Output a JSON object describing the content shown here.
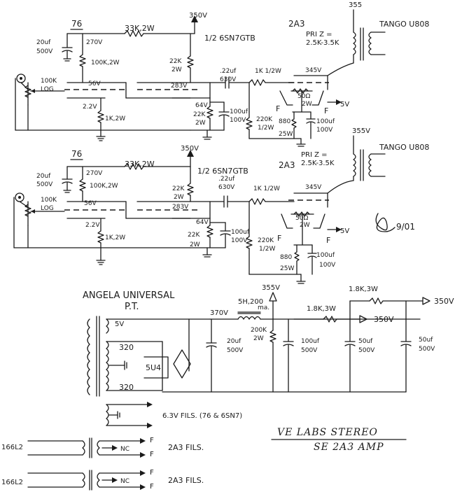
{
  "ch1": {
    "tube_a": "76",
    "tube_b": "2A3",
    "driver": "1/2 6SN7GTB",
    "b_plus_driver": "350V",
    "b_plus_output": "355",
    "cap_in": [
      "20uf",
      "500V"
    ],
    "r_drop1": "270V",
    "r_drop2": "33K,2W",
    "r_plate1": "100K,2W",
    "pot": [
      "100K",
      "LOG"
    ],
    "v_grid1": "56V",
    "v_cath1": "2.2V",
    "r_cath1": "1K,2W",
    "r_plate2": [
      "22K",
      "2W"
    ],
    "v_plate2": "283V",
    "cap_couple": [
      ".22uf",
      "630V"
    ],
    "v_cath2": "64V",
    "r_cath2": [
      "22K",
      "2W"
    ],
    "cap_cath2": [
      "100uf",
      "100V"
    ],
    "r_grid": "1K 1/2W",
    "v_grid_out": "345V",
    "r_leak": [
      "220K",
      "1/2W"
    ],
    "r_hum": [
      "50Ω",
      "2W"
    ],
    "r_bias": [
      "880",
      "25W"
    ],
    "cap_bias": [
      "100uf",
      "100V"
    ],
    "fil": "F",
    "fil_volt": "5V",
    "xfmr": "TANGO U808",
    "pri_z": [
      "PRI Z =",
      "2.5K-3.5K"
    ]
  },
  "ch2": {
    "tube_a": "76",
    "tube_b": "2A3",
    "driver": "1/2 6SN7GTB",
    "b_plus_driver": "350V",
    "b_plus_output": "355V",
    "cap_in": [
      "20uf",
      "500V"
    ],
    "r_drop1": "270V",
    "r_drop2": "33K,2W",
    "r_plate1": "100K,2W",
    "pot": [
      "100K",
      "LOG"
    ],
    "v_grid1": "56V",
    "v_cath1": "2.2V",
    "r_cath1": "1K,2W",
    "r_plate2": [
      "22K",
      "2W"
    ],
    "v_plate2": "283V",
    "cap_couple": [
      ".22uf",
      "630V"
    ],
    "v_cath2": "64V",
    "r_cath2": [
      "22K",
      "2W"
    ],
    "cap_cath2": [
      "100uf",
      "100V"
    ],
    "r_grid": "1K 1/2W",
    "v_grid_out": "345V",
    "r_leak": [
      "220K",
      "1/2W"
    ],
    "r_hum": [
      "50Ω",
      "2W"
    ],
    "r_bias": [
      "880",
      "25W"
    ],
    "cap_bias": [
      "100uf",
      "100V"
    ],
    "fil": "F",
    "fil_volt": "5V",
    "xfmr": "TANGO U808",
    "pri_z": [
      "PRI Z =",
      "2.5K-3.5K"
    ]
  },
  "signature": "9/01",
  "psu": {
    "title": [
      "ANGELA UNIVERSAL",
      "P.T."
    ],
    "taps": [
      "5V",
      "320",
      "320"
    ],
    "rect": "5U4",
    "v_rect": "370V",
    "choke": [
      "5H,200",
      "ma."
    ],
    "out_main": "355V",
    "r_bleed": [
      "200K",
      "2W"
    ],
    "cap_1": [
      "20uf",
      "500V"
    ],
    "cap_2": [
      "100uf",
      "500V"
    ],
    "cap_3": [
      "50uf",
      "500V"
    ],
    "cap_4": [
      "50uf",
      "500V"
    ],
    "r_drop_a": "1.8K,3W",
    "out_a": "350V",
    "r_drop_b": "1.8K,3W",
    "out_b": "350V",
    "fil_63": "6.3V FILS. (76 & 6SN7)",
    "fil_xfmr": "166L2",
    "nc": "NC",
    "f": "F",
    "fil_2a3": "2A3 FILS."
  },
  "title_block": [
    "VE LABS STEREO",
    "SE 2A3 AMP"
  ]
}
